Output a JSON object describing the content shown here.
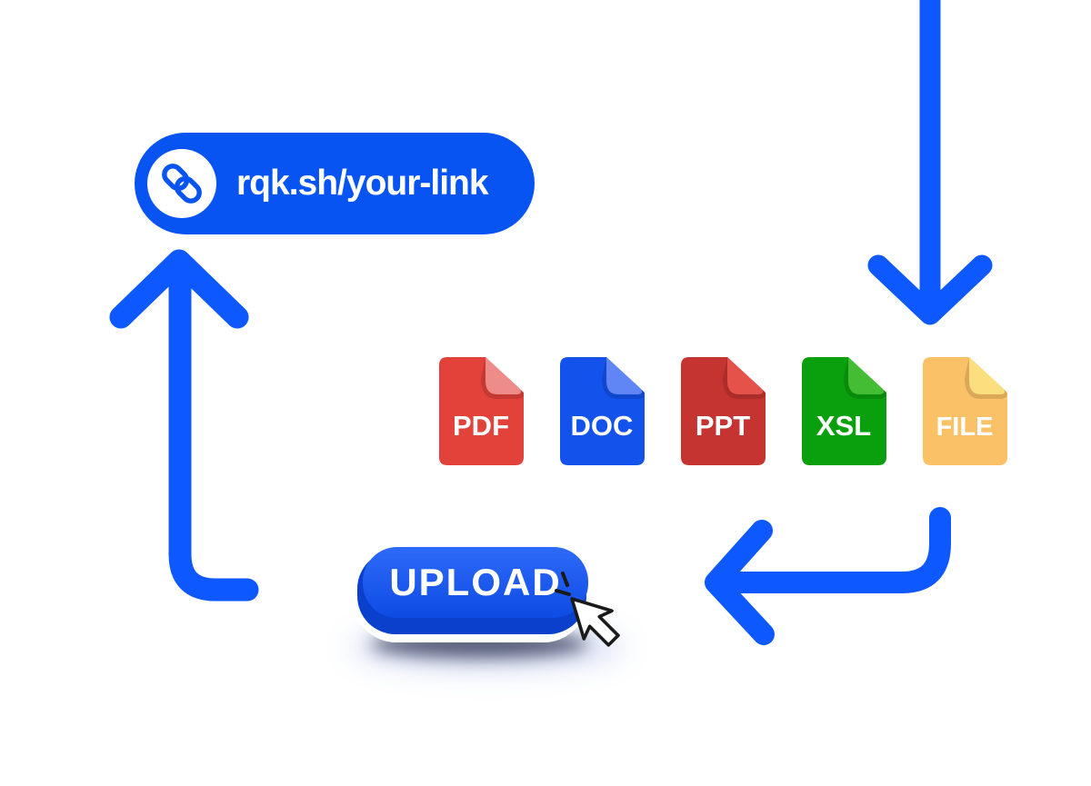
{
  "colors": {
    "pill_blue": "#0754F3",
    "arrow_blue": "#0D58FF",
    "link_icon": "#0754F3",
    "button_face_top": "#2E6AF8",
    "button_face_bottom": "#0E4BE4",
    "button_side": "#0A40CC",
    "button_base": "#FFFFFF",
    "cursor_fill": "#FFFFFF",
    "cursor_outline": "#1A1A1A",
    "label_text": "#FFFFFF"
  },
  "link_pill": {
    "url": "rqk.sh/your-link",
    "icon": "chain-link-icon"
  },
  "upload_button": {
    "label": "UPLOAD",
    "cursor": "mouse-cursor-icon"
  },
  "files": [
    {
      "label": "PDF",
      "color": "#E2423A",
      "fold": "#ED8C88"
    },
    {
      "label": "DOC",
      "color": "#1452EC",
      "fold": "#5F86F4"
    },
    {
      "label": "PPT",
      "color": "#C53431",
      "fold": "#E5524A"
    },
    {
      "label": "XSL",
      "color": "#0AA00D",
      "fold": "#44BD35"
    },
    {
      "label": "FILE",
      "color": "#FBC166",
      "fold": "#FBDE7E"
    }
  ],
  "arrows": [
    {
      "name": "arrow-down-to-files",
      "direction": "down"
    },
    {
      "name": "arrow-left-to-upload",
      "direction": "left"
    },
    {
      "name": "arrow-up-to-link",
      "direction": "up"
    }
  ]
}
